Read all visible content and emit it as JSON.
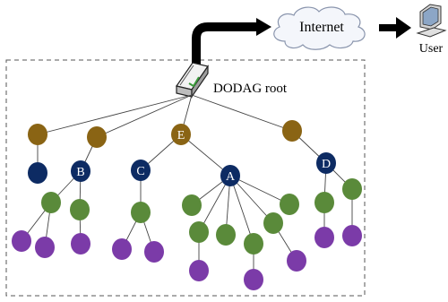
{
  "labels": {
    "internet": "Internet",
    "user": "User",
    "root": "DODAG root"
  },
  "colors": {
    "olive": "#8a6414",
    "navy": "#0d2b63",
    "green": "#5a8a3a",
    "purple": "#7b3ba8",
    "line": "#444444",
    "border": "#555555"
  },
  "nodes": [
    {
      "id": "r1-olive-1",
      "kind": "olive",
      "label": ""
    },
    {
      "id": "r1-olive-2",
      "kind": "olive",
      "label": ""
    },
    {
      "id": "r1-E",
      "kind": "olive",
      "label": "E"
    },
    {
      "id": "r1-olive-4",
      "kind": "olive",
      "label": ""
    },
    {
      "id": "r2-navy-1",
      "kind": "navy",
      "label": ""
    },
    {
      "id": "r2-B",
      "kind": "navy",
      "label": "B"
    },
    {
      "id": "r2-C",
      "kind": "navy",
      "label": "C"
    },
    {
      "id": "r2-A",
      "kind": "navy",
      "label": "A"
    },
    {
      "id": "r2-D",
      "kind": "navy",
      "label": "D"
    }
  ]
}
